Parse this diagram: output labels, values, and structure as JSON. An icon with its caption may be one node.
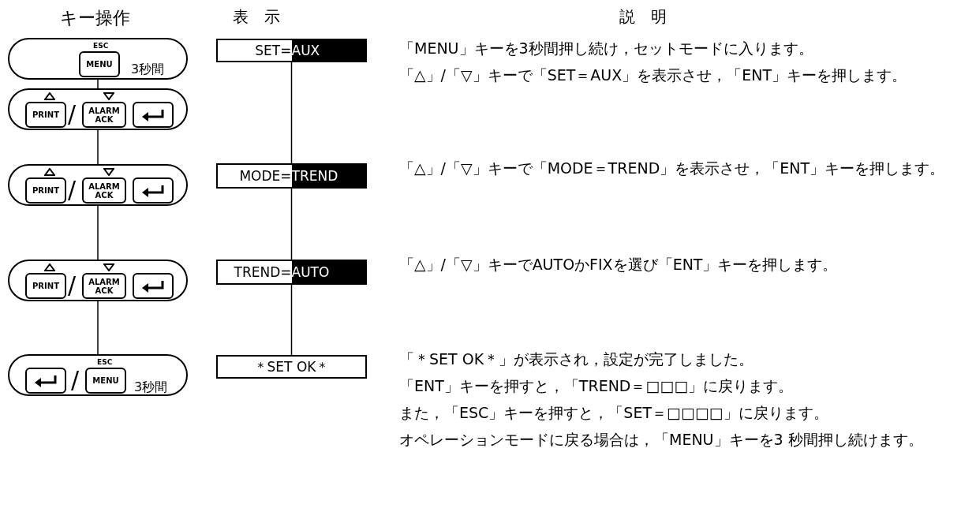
{
  "diagram": {
    "nodes": [
      {
        "text": [
          "ESC",
          "MENU",
          "3秒間"
        ]
      },
      {
        "text": [
          "PRINT",
          "/",
          "ALARM ACK"
        ]
      },
      {
        "text": [
          "PRINT",
          "/",
          "ALARM ACK"
        ]
      },
      {
        "text": [
          "PRINT",
          "/",
          "ALARM ACK"
        ]
      },
      {
        "text": [
          "/",
          "ESC",
          "MENU",
          "3秒間"
        ]
      },
      {
        "text": [
          "SET=",
          "AUX"
        ]
      },
      {
        "text": [
          "MODE=",
          "TREND"
        ]
      },
      {
        "text": [
          "TREND=",
          "AUTO"
        ]
      },
      {
        "text": [
          "＊SET OK＊"
        ]
      }
    ],
    "edges": [
      {
        "from": 0,
        "to": 1,
        "arrow": "none"
      },
      {
        "from": 1,
        "to": 2,
        "arrow": "none"
      },
      {
        "from": 2,
        "to": 3,
        "arrow": "none"
      },
      {
        "from": 3,
        "to": 4,
        "arrow": "none"
      },
      {
        "from": 5,
        "to": 6,
        "arrow": "none"
      },
      {
        "from": 6,
        "to": 7,
        "arrow": "none"
      },
      {
        "from": 7,
        "to": 8,
        "arrow": "none"
      }
    ],
    "labels": [
      "キー操作",
      "表　示",
      "説　明",
      "「MENU」キーを3秒間押し続け，セットモードに入ります。",
      "「△」/「▽」キーで「SET＝AUX」を表示させ，「ENT」キーを押します。",
      "「△」/「▽」キーで「MODE＝TREND」を表示させ，「ENT」キーを押します。",
      "「△」/「▽」キーでAUTOかFIXを選び「ENT」キーを押します。",
      "「＊SET OK＊」が表示され，設定が完了しました。",
      "「ENT」キーを押すと，「TREND＝□□□」に戻ります。",
      "また，「ESC」キーを押すと，「SET＝□□□□」に戻ります。",
      "オペレーションモードに戻る場合は，「MENU」キーを3 秒間押し続けます。"
    ]
  }
}
